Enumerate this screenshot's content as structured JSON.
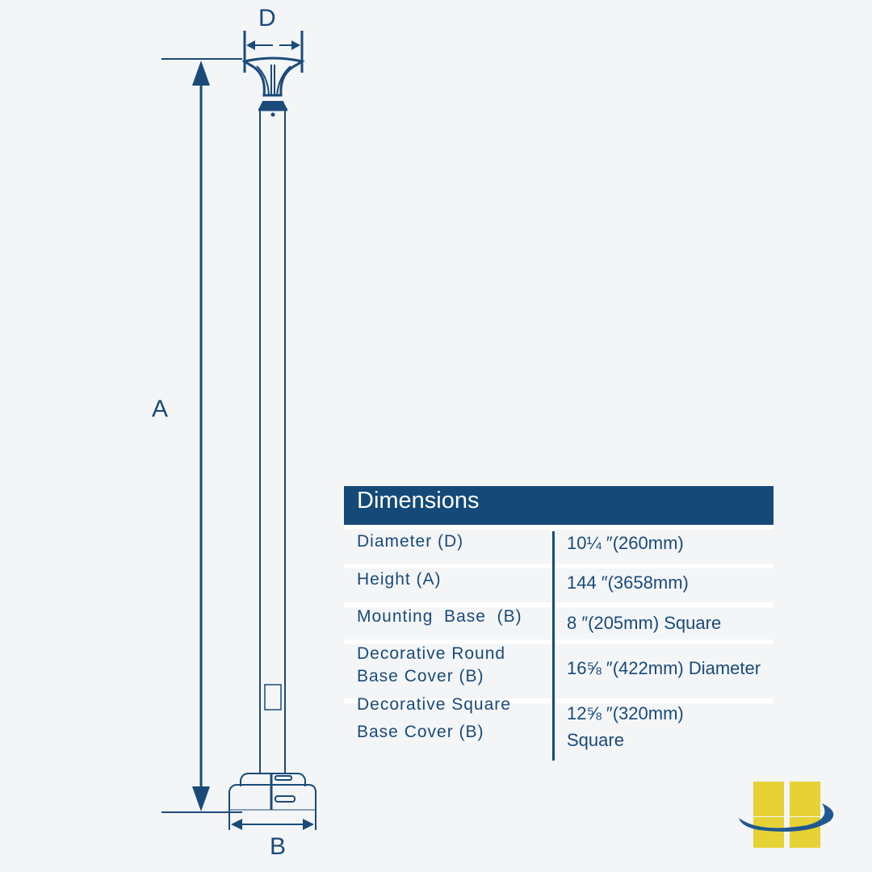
{
  "diagram": {
    "labels": {
      "d": "D",
      "a": "A",
      "b": "B"
    }
  },
  "table": {
    "title": "Dimensions",
    "rows": [
      {
        "label": "Diameter (D)",
        "value": "10¼ ″(260mm)"
      },
      {
        "label": "Height (A)",
        "value": "144 ″(3658mm)"
      },
      {
        "label": "Mounting  Base  (B)",
        "value": "8 ″(205mm) Square"
      },
      {
        "label_lines": [
          "Decorative Round",
          "Base Cover (B)"
        ],
        "value": "16⅝ ″(422mm) Diameter"
      },
      {
        "label_lines": [
          "Decorative Square",
          "Base Cover (B)"
        ],
        "value_lines": [
          "12⅝ ″(320mm)",
          "Square"
        ]
      }
    ]
  },
  "colors": {
    "primary": "#154a78",
    "logo_yellow": "#e6d235",
    "background": "#f3f5f7"
  }
}
